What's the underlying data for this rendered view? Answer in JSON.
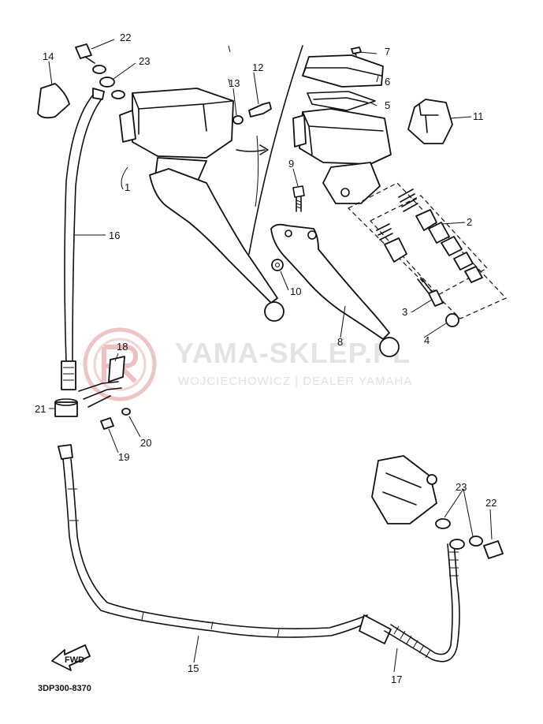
{
  "watermark": {
    "brand": "YAMA-SKLEP.PL",
    "subtitle": "WOJCIECHOWICZ | DEALER YAMAHA",
    "logo_color": "#e8a9a9",
    "text_color": "#e0e0e0"
  },
  "diagram_code": "3DP300-8370",
  "fwd_label": "FWD",
  "part_labels": {
    "p1": "1",
    "p2": "2",
    "p3": "3",
    "p4": "4",
    "p5": "5",
    "p6": "6",
    "p7": "7",
    "p8": "8",
    "p9": "9",
    "p10": "10",
    "p11": "11",
    "p12": "12",
    "p13": "13",
    "p14": "14",
    "p15": "15",
    "p16": "16",
    "p17": "17",
    "p18": "18",
    "p19": "19",
    "p20": "20",
    "p21": "21",
    "p22a": "22",
    "p22b": "22",
    "p23a": "23",
    "p23b": "23"
  },
  "colors": {
    "ink": "#111111",
    "background": "#ffffff"
  }
}
